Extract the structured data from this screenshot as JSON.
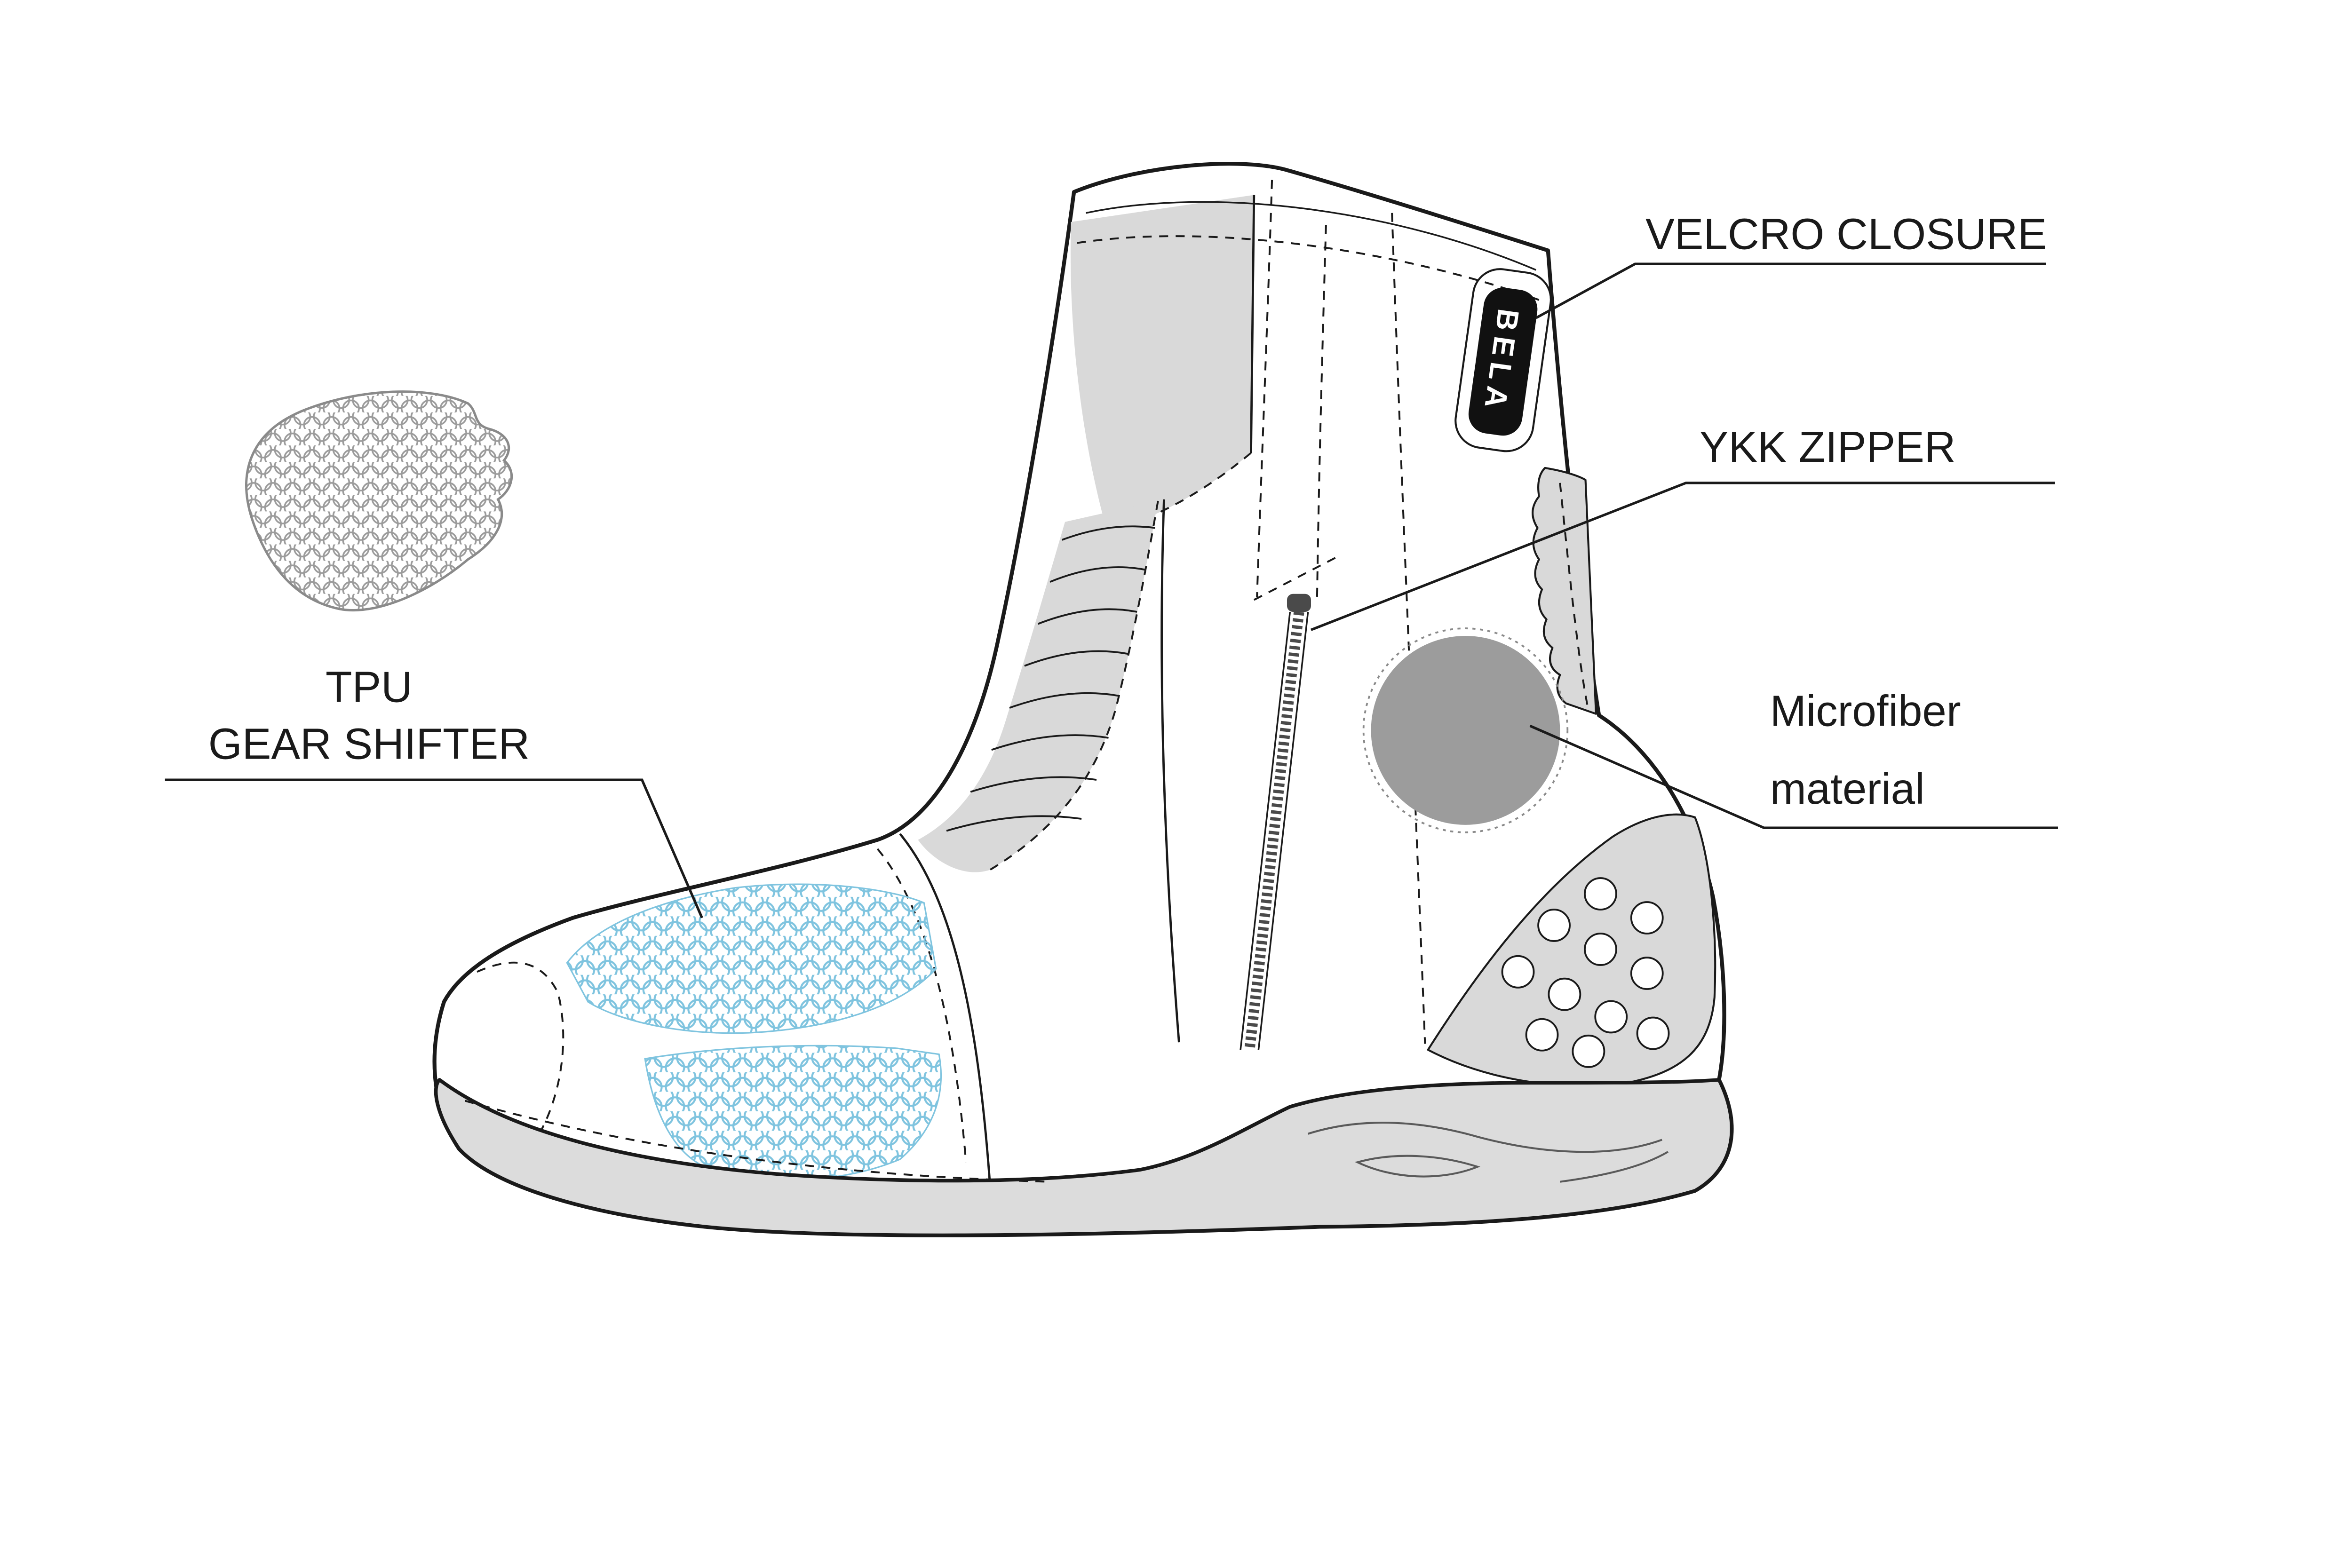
{
  "diagram": {
    "type": "product-feature-callout",
    "subject": "motorcycle-boot-side-view",
    "brand_logo": "BELA",
    "labels": {
      "velcro": "VELCRO CLOSURE",
      "zipper": "YKK ZIPPER",
      "microfiber_line1": "Microfiber",
      "microfiber_line2": "material",
      "tpu_line1": "TPU",
      "tpu_line2": "GEAR SHIFTER"
    },
    "colors": {
      "line": "#1a1a1a",
      "panel_gray": "#d9d9d9",
      "sole_gray": "#dcdcdc",
      "microfiber_gray": "#9c9c9c",
      "honeycomb_blue": "#7fc4df",
      "honeycomb_gray": "#9b9b9b",
      "background": "#ffffff",
      "logo_bg": "#111111",
      "logo_text": "#ffffff"
    }
  }
}
